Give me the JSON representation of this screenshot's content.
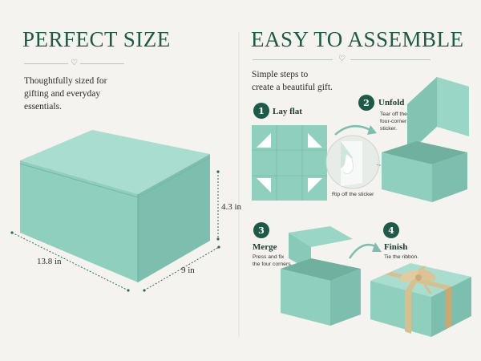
{
  "left": {
    "title": "PERFECT SIZE",
    "heart": "♡",
    "description_lines": [
      "Thoughtfully sized for",
      "gifting and everyday",
      "essentials."
    ],
    "dimensions": {
      "length": "13.8 in",
      "width": "9 in",
      "height": "4.3 in"
    }
  },
  "right": {
    "title": "EASY TO ASSEMBLE",
    "heart": "♡",
    "description_lines": [
      "Simple steps to",
      "create a beautiful gift."
    ],
    "steps": [
      {
        "number": "1",
        "title": "Lay flat",
        "desc_lines": []
      },
      {
        "number": "2",
        "title": "Unfold",
        "desc_lines": [
          "Tear off the",
          "four-corner",
          "sticker."
        ]
      },
      {
        "number": "3",
        "title": "Merge",
        "desc_lines": [
          "Press and fix",
          "the four corners."
        ]
      },
      {
        "number": "4",
        "title": "Finish",
        "desc_lines": [
          "Tie the ribbon."
        ]
      }
    ],
    "sticker_caption": "Rip off the sticker"
  },
  "colors": {
    "background": "#f5f3ef",
    "accent": "#1d5a48",
    "box_mint": "#8fcfbe",
    "ribbon": "#d8c08e"
  }
}
